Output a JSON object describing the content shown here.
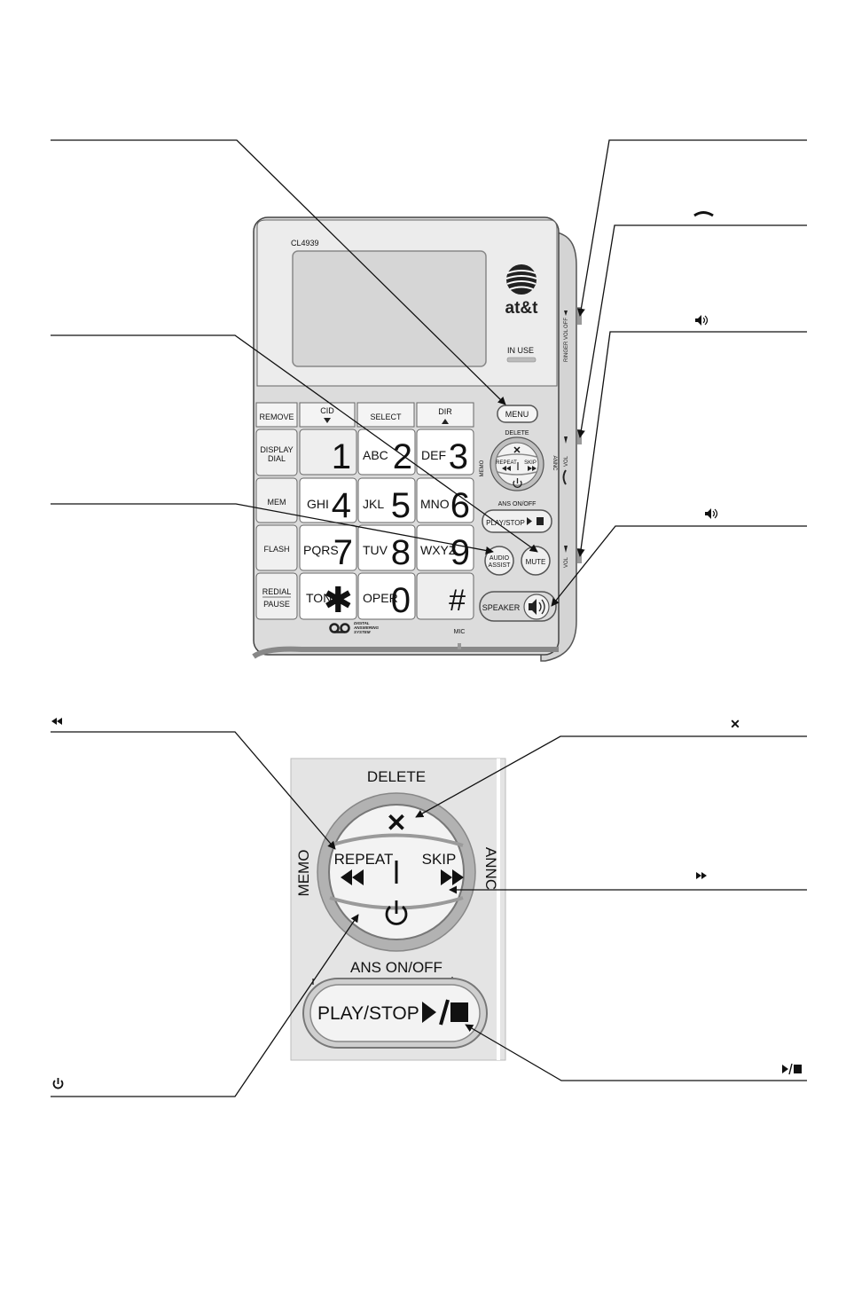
{
  "phone": {
    "model": "CL4939",
    "brand": "at&t",
    "in_use": "IN USE",
    "soft_keys": [
      "REMOVE",
      "CID",
      "SELECT",
      "DIR"
    ],
    "side_keys": [
      "DISPLAY",
      "DIAL",
      "MEM",
      "FLASH",
      "REDIAL",
      "PAUSE"
    ],
    "keypad": [
      {
        "letters": "",
        "digit": "1"
      },
      {
        "letters": "ABC",
        "digit": "2"
      },
      {
        "letters": "DEF",
        "digit": "3"
      },
      {
        "letters": "GHI",
        "digit": "4"
      },
      {
        "letters": "JKL",
        "digit": "5"
      },
      {
        "letters": "MNO",
        "digit": "6"
      },
      {
        "letters": "PQRS",
        "digit": "7"
      },
      {
        "letters": "TUV",
        "digit": "8"
      },
      {
        "letters": "WXYZ",
        "digit": "9"
      },
      {
        "letters": "TONE",
        "digit": "✱"
      },
      {
        "letters": "OPER",
        "digit": "0"
      },
      {
        "letters": "",
        "digit": "#"
      }
    ],
    "menu": "MENU",
    "delete": "DELETE",
    "memo": "MEMO",
    "annc": "ANNC",
    "repeat": "REPEAT",
    "skip": "SKIP",
    "ans_onoff": "ANS ON/OFF",
    "play_stop": "PLAY/STOP",
    "audio": "AUDIO",
    "assist": "ASSIST",
    "mute": "MUTE",
    "speaker": "SPEAKER",
    "digital": "DIGITAL",
    "answering": "ANSWERING",
    "system": "SYSTEM",
    "mic": "MIC",
    "ringer_vol": "RINGER VOL",
    "off": "OFF",
    "vol": "VOL"
  },
  "closeup": {
    "delete": "DELETE",
    "memo": "MEMO",
    "annc": "ANNC",
    "repeat": "REPEAT",
    "skip": "SKIP",
    "ans_onoff": "ANS  ON/OFF",
    "play_stop": "PLAY/STOP"
  }
}
